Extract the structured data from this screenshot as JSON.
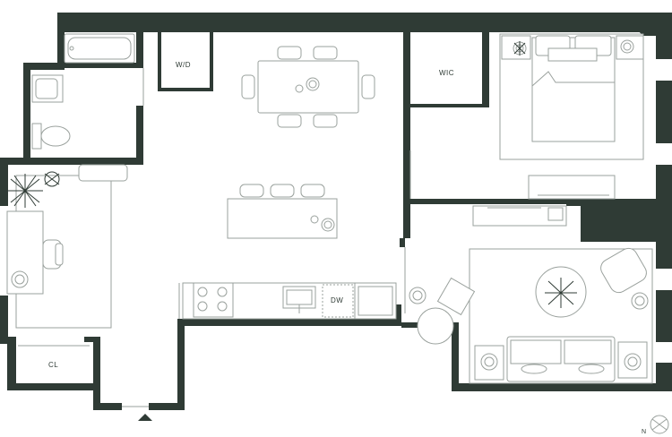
{
  "plan": {
    "rooms": {
      "laundry": "W/D",
      "walk_in_closet": "WIC",
      "dishwasher": "DW",
      "closet": "CL"
    },
    "compass_label": "N"
  },
  "colors": {
    "wall": "#2f3b35",
    "fixture_line": "#9aa19d",
    "background": "#ffffff"
  }
}
